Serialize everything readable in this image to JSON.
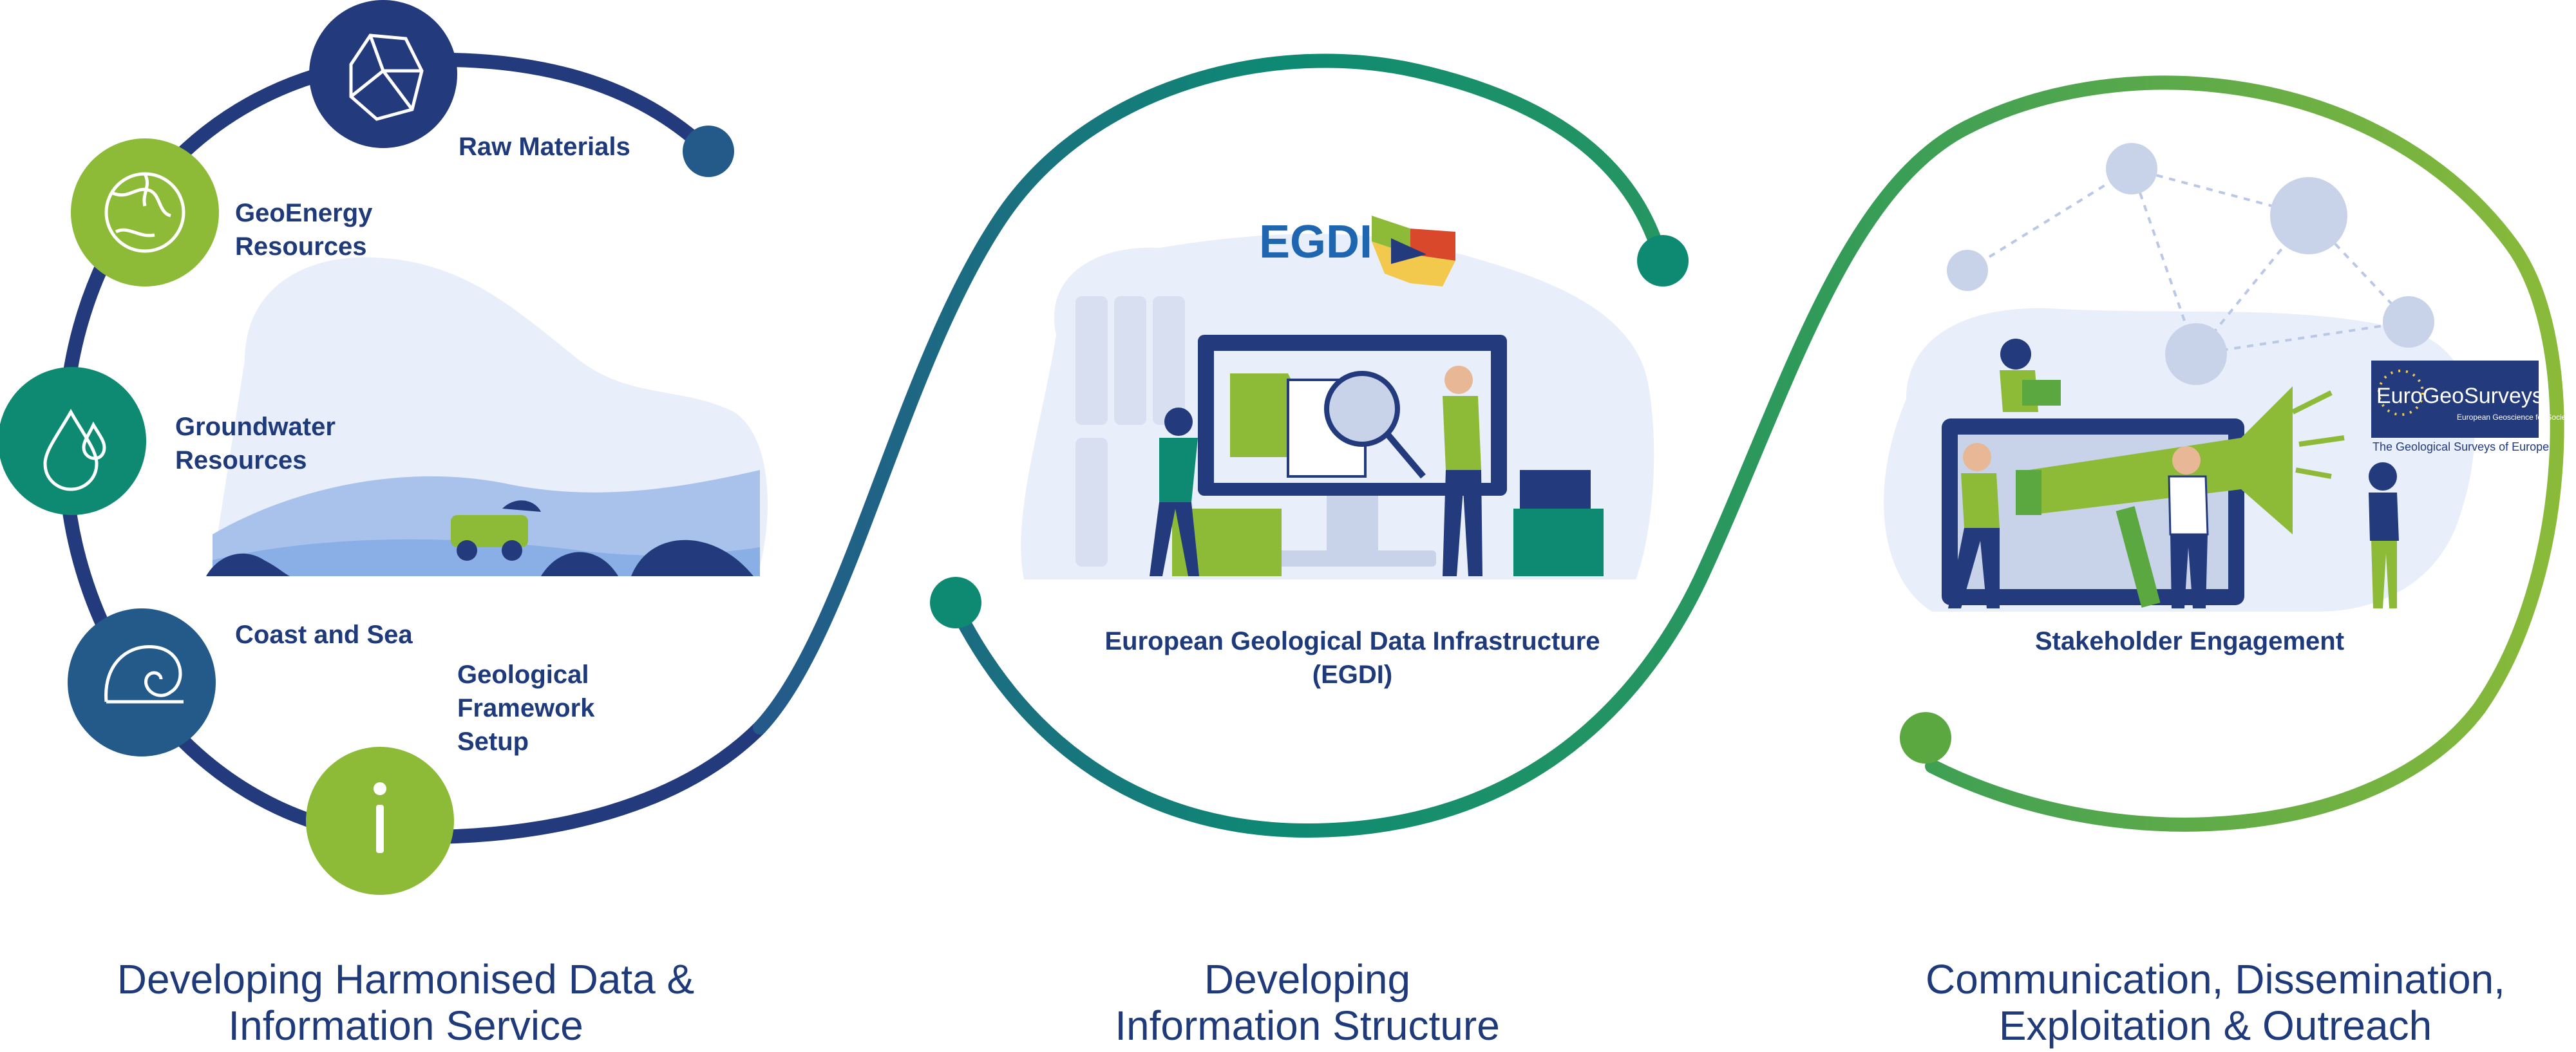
{
  "colors": {
    "navy": "#233a7c",
    "blue": "#245a8a",
    "teal": "#0e8a73",
    "green": "#5aa83f",
    "lime": "#8dbb38",
    "text": "#1f3a7a",
    "pale": "#e8eefa"
  },
  "section1": {
    "nodes": [
      {
        "label": "Raw Materials",
        "icon": "rock-icon"
      },
      {
        "label": "GeoEnergy\nResources",
        "icon": "globe-icon"
      },
      {
        "label": "Groundwater\nResources",
        "icon": "water-drops-icon"
      },
      {
        "label": "Coast and Sea",
        "icon": "ammonite-shell-icon"
      },
      {
        "label": "Geological\nFramework\nSetup",
        "icon": "info-icon"
      }
    ],
    "caption_line1": "Developing Harmonised Data &",
    "caption_line2": "Information Service"
  },
  "section2": {
    "logo_text": "EGDI",
    "label_line1": "European Geological Data Infrastructure",
    "label_line2": "(EGDI)",
    "caption_line1": "Developing",
    "caption_line2": "Information Structure"
  },
  "section3": {
    "logo_text": "EuroGeoSurveys",
    "logo_sub": "European\nGeoscience for\nSociety",
    "logo_tagline": "The Geological Surveys of Europe",
    "label": "Stakeholder Engagement",
    "caption_line1": "Communication, Dissemination,",
    "caption_line2": "Exploitation & Outreach"
  }
}
